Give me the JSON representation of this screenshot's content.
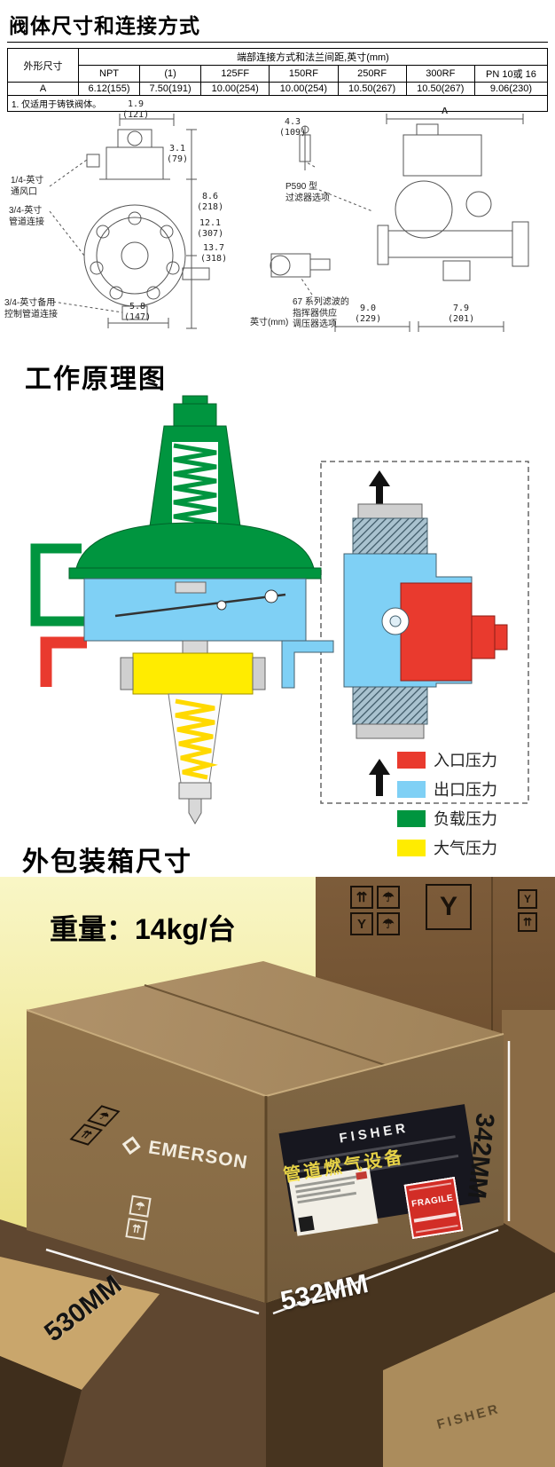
{
  "dim_section": {
    "title": "阀体尺寸和连接方式",
    "table": {
      "corner_header": "外形尺寸",
      "span_header": "端部连接方式和法兰间距,英寸(mm)",
      "col_headers": [
        "NPT",
        "(1)",
        "125FF",
        "150RF",
        "250RF",
        "300RF",
        "PN 10或 16"
      ],
      "row_label": "A",
      "row_values": [
        "6.12(155)",
        "7.50(191)",
        "10.00(254)",
        "10.00(254)",
        "10.50(267)",
        "10.50(267)",
        "9.06(230)"
      ],
      "footnote": "1.  仅适用于铸铁阀体。"
    },
    "drawing": {
      "unit_note": "英寸(mm)",
      "ref_letter": "A",
      "dims": [
        {
          "v": "1.9",
          "mm": "(121)"
        },
        {
          "v": "3.1",
          "mm": "(79)"
        },
        {
          "v": "8.6",
          "mm": "(218)"
        },
        {
          "v": "12.1",
          "mm": "(307)"
        },
        {
          "v": "13.7",
          "mm": "(318)"
        },
        {
          "v": "5.8",
          "mm": "(147)"
        },
        {
          "v": "4.3",
          "mm": "(109)"
        },
        {
          "v": "9.0",
          "mm": "(229)"
        },
        {
          "v": "7.9",
          "mm": "(201)"
        }
      ],
      "labels": {
        "vent": "1/4-英寸\n通风口",
        "pipe": "3/4-英寸\n管道连接",
        "control": "3/4-英寸备用\n控制管道连接",
        "filter": "P590 型\n过滤器选项",
        "pilot": "67 系列滤波的\n指挥器供应\n调压器选项"
      }
    }
  },
  "principle": {
    "title": "工作原理图",
    "legend": [
      {
        "label": "入口压力",
        "color": "#e93a2e"
      },
      {
        "label": "出口压力",
        "color": "#7fd0f5"
      },
      {
        "label": "负载压力",
        "color": "#00953f"
      },
      {
        "label": "大气压力",
        "color": "#ffec00"
      }
    ]
  },
  "package": {
    "title": "外包装箱尺寸",
    "weight": "重量：14kg/台",
    "brand": "EMERSON",
    "box_brand": "FISHER",
    "watermark": "管道燃气设备",
    "fragile": "FRAGILE",
    "dims": {
      "width": "530MM",
      "depth": "532MM",
      "height": "342MM"
    },
    "icons": {
      "this_way_up": "⇈",
      "keep_dry": "☂",
      "fragile_glass": "Y"
    }
  }
}
